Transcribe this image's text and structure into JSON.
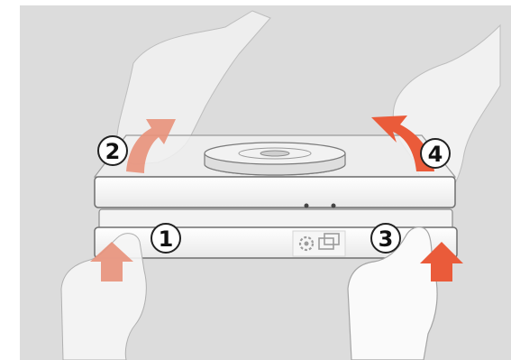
{
  "colors": {
    "background": "#dcdcdc",
    "device": "#f7f7f7",
    "outline": "#6e6e6e",
    "arrow_back": "#e8917a",
    "arrow_front": "#ea5b3a",
    "hand": "#f4f4f4"
  },
  "steps": [
    {
      "label": "1",
      "glyph": "①"
    },
    {
      "label": "2",
      "glyph": "②"
    },
    {
      "label": "3",
      "glyph": "③"
    },
    {
      "label": "4",
      "glyph": "④"
    }
  ],
  "icons": [
    "gear-icon",
    "camera-icon",
    "disc-icon",
    "arrow-up-icon",
    "curved-arrow-icon"
  ]
}
